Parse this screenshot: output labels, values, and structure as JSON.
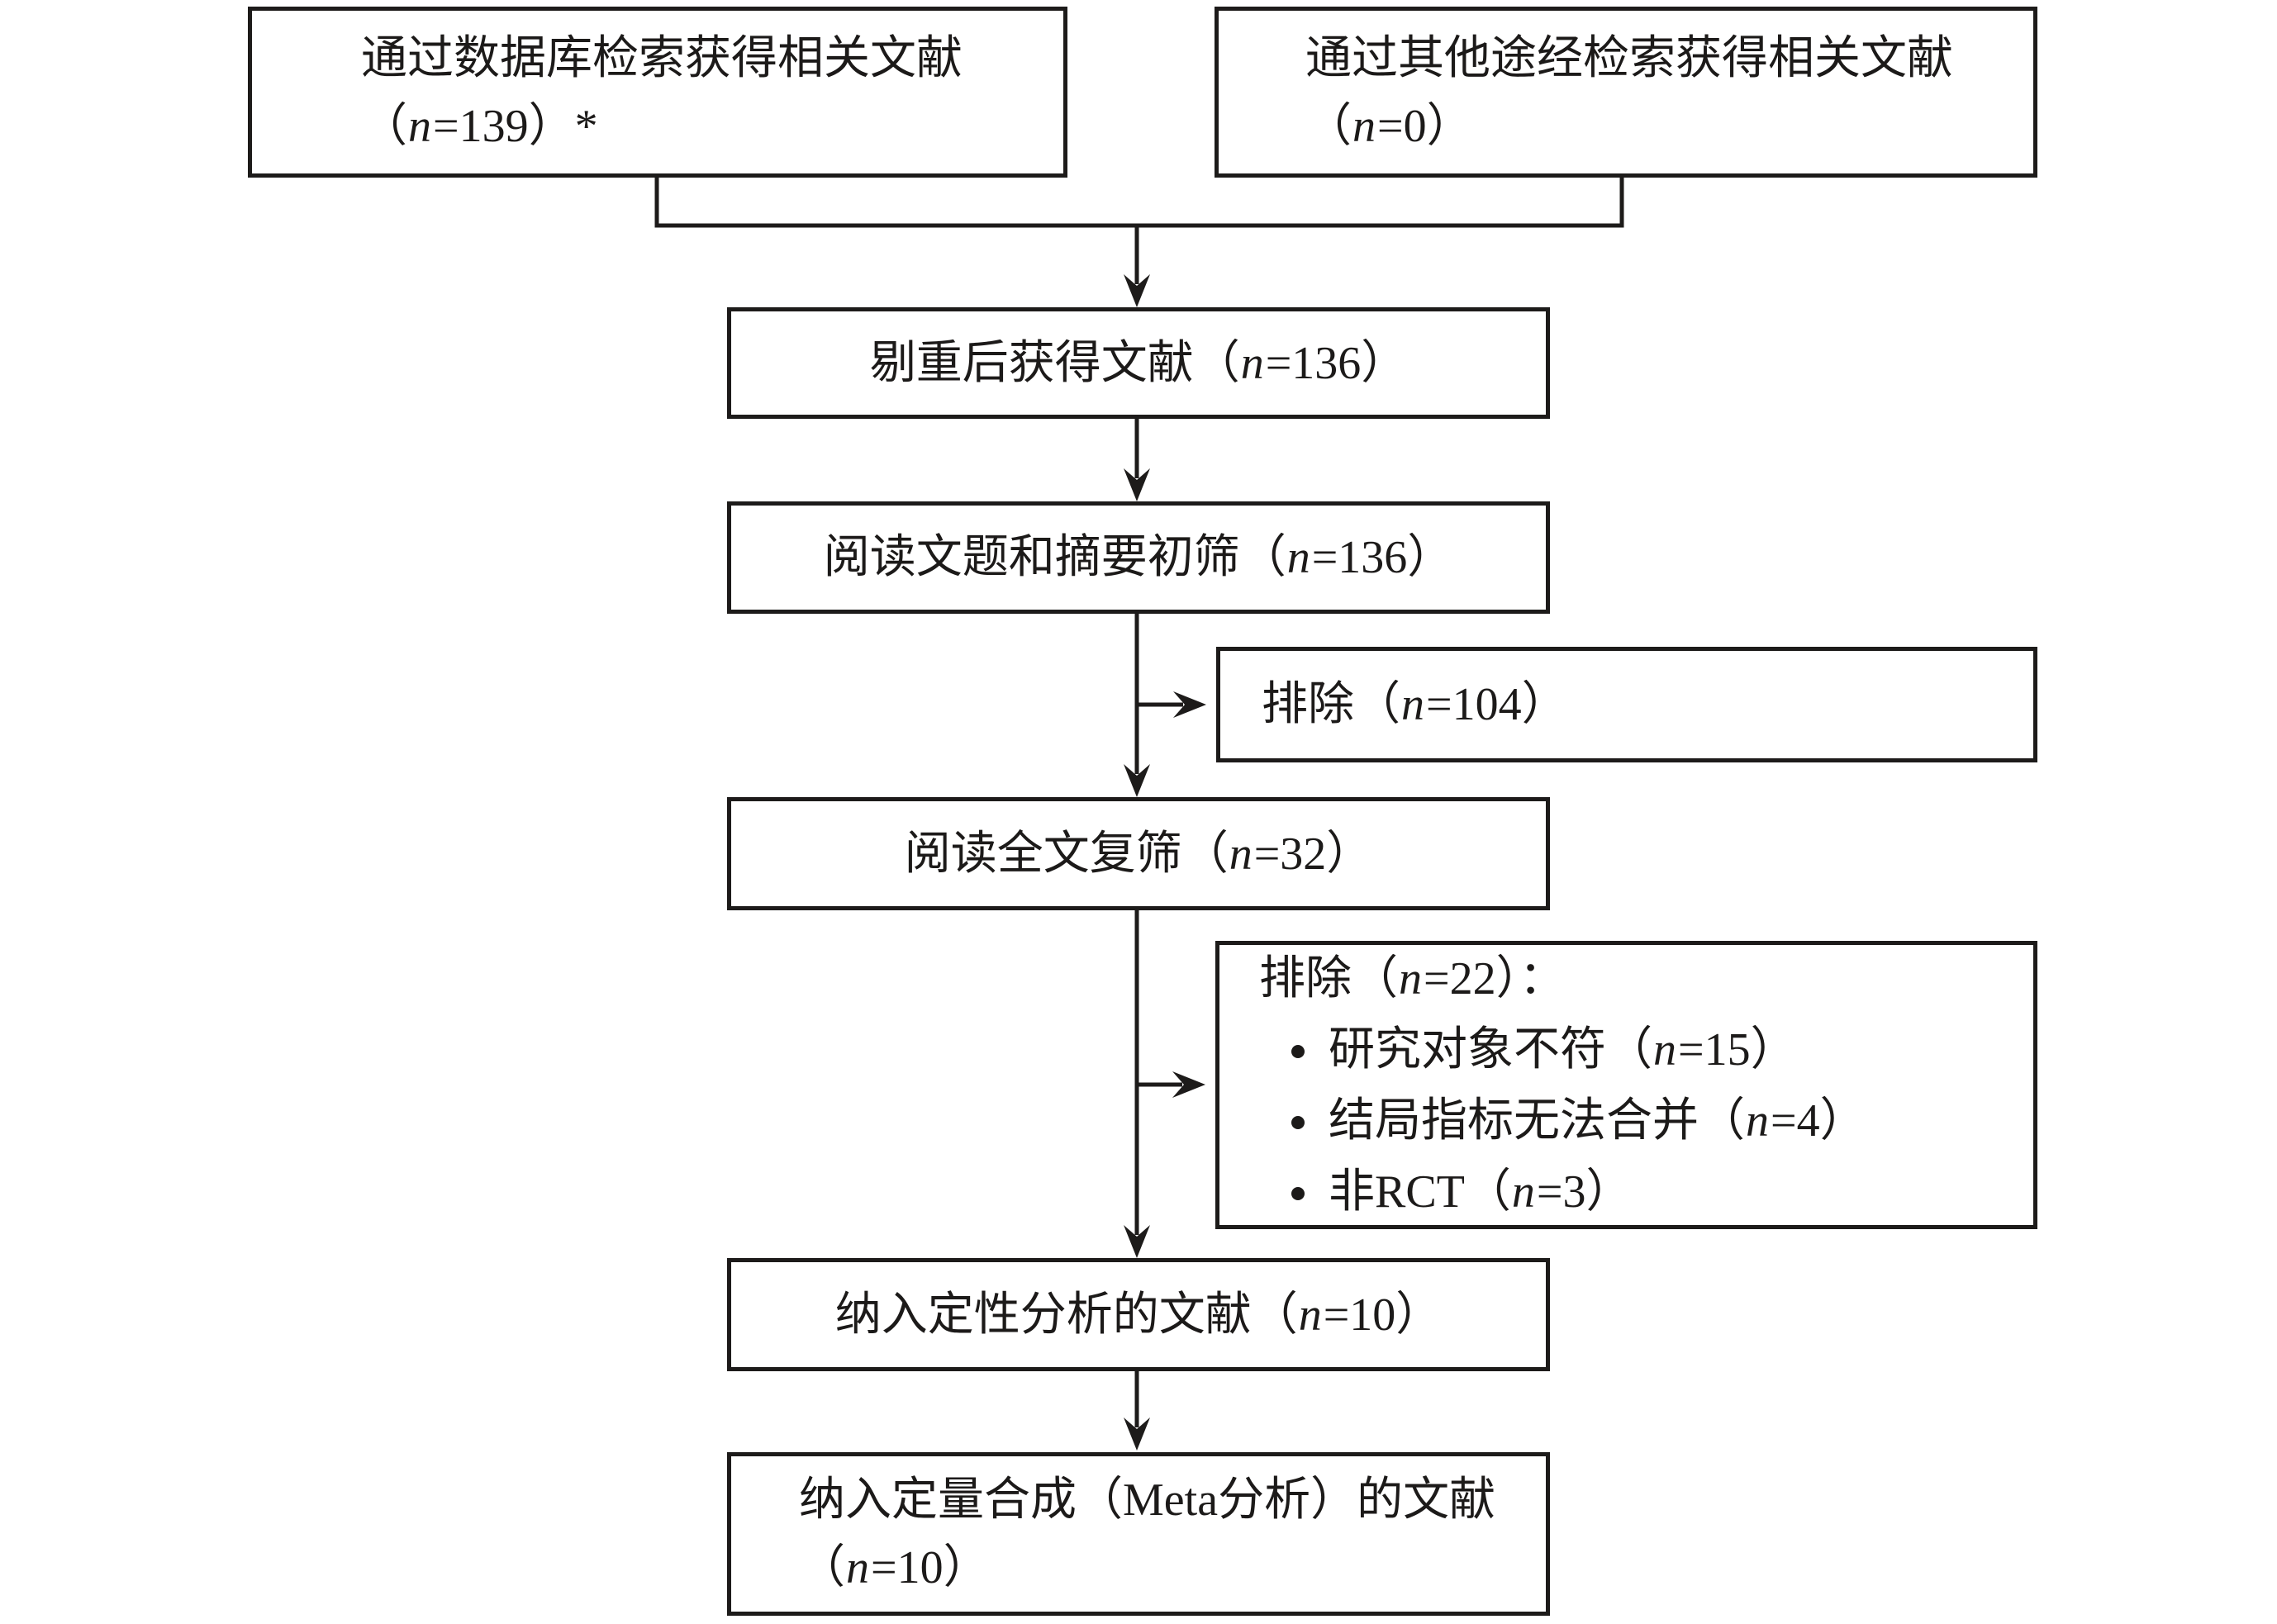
{
  "figure": {
    "type": "flowchart",
    "description": "PRISMA literature screening flow diagram",
    "line_color": "#1d1b1a",
    "background_color": "#ffffff",
    "boxes": {
      "database_search": {
        "line1": "通过数据库检索获得相关文献",
        "line2": "（n=139）*"
      },
      "other_search": {
        "line1": "通过其他途经检索获得相关文献",
        "line2": "（n=0）"
      },
      "dedup": {
        "text": "剔重后获得文献（n=136）"
      },
      "title_abstract_screen": {
        "text": "阅读文题和摘要初筛（n=136）"
      },
      "excluded_initial": {
        "text": "排除（n=104）"
      },
      "fulltext_screen": {
        "text": "阅读全文复筛（n=32）"
      },
      "excluded_fulltext": {
        "title": "排除（n=22）：",
        "items": [
          "研究对象不符（n=15）",
          "结局指标无法合并（n=4）",
          "非RCT（n=3）"
        ]
      },
      "qualitative_included": {
        "text": "纳入定性分析的文献（n=10）"
      },
      "quantitative_included": {
        "line1": "纳入定量合成（Meta分析）的文献",
        "line2": "（n=10）"
      }
    }
  }
}
